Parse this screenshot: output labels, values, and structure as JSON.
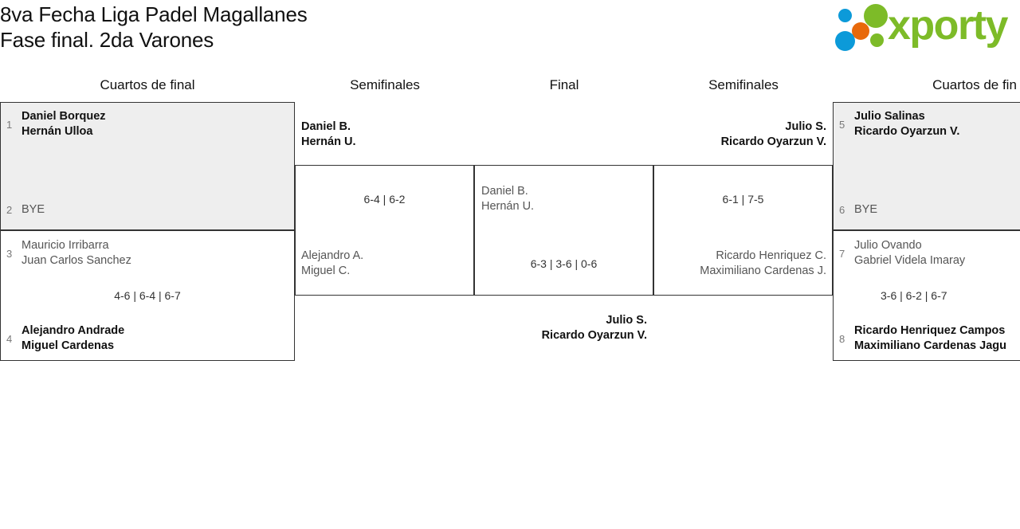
{
  "header": {
    "title_line1": "8va Fecha Liga Padel Magallanes",
    "title_line2": "Fase final. 2da Varones",
    "logo_text": "xporty",
    "logo_colors": {
      "green": "#7dbb28",
      "blue": "#0c9ad9",
      "orange": "#e8690b"
    }
  },
  "round_headers": {
    "left_quarters": "Cuartos de final",
    "left_semis": "Semifinales",
    "final": "Final",
    "right_semis": "Semifinales",
    "right_quarters": "Cuartos de fin"
  },
  "bracket": {
    "left_quarterfinals": [
      {
        "bye": true,
        "top": {
          "seed": "1",
          "line1": "Daniel Borquez",
          "line2": "Hernán Ulloa",
          "result": "win"
        },
        "bottom": {
          "seed": "2",
          "line1": "BYE",
          "line2": "",
          "result": "lose"
        },
        "score": ""
      },
      {
        "bye": false,
        "top": {
          "seed": "3",
          "line1": "Mauricio Irribarra",
          "line2": "Juan Carlos Sanchez",
          "result": "lose"
        },
        "bottom": {
          "seed": "4",
          "line1": "Alejandro Andrade",
          "line2": "Miguel Cardenas",
          "result": "win"
        },
        "score": "4-6 | 6-4 | 6-7"
      }
    ],
    "left_semifinal": {
      "top": {
        "line1": "Daniel B.",
        "line2": "Hernán U.",
        "result": "win"
      },
      "bottom": {
        "line1": "Alejandro A.",
        "line2": "Miguel C.",
        "result": "lose"
      },
      "score": "6-4 | 6-2"
    },
    "final": {
      "left_side": {
        "line1": "Daniel B.",
        "line2": "Hernán U.",
        "result": "lose"
      },
      "right_side": {
        "line1": "Julio S.",
        "line2": "Ricardo Oyarzun V.",
        "result": "win"
      },
      "score": "6-3 | 3-6 | 0-6",
      "champion": {
        "line1": "Julio S.",
        "line2": "Ricardo Oyarzun V."
      }
    },
    "right_semifinal": {
      "top": {
        "line1": "Julio S.",
        "line2": "Ricardo Oyarzun V.",
        "result": "win"
      },
      "bottom": {
        "line1": "Ricardo Henriquez C.",
        "line2": "Maximiliano Cardenas J.",
        "result": "lose"
      },
      "score": "6-1 | 7-5"
    },
    "right_quarterfinals": [
      {
        "bye": true,
        "top": {
          "seed": "5",
          "line1": "Julio Salinas",
          "line2": "Ricardo Oyarzun V.",
          "result": "win"
        },
        "bottom": {
          "seed": "6",
          "line1": "BYE",
          "line2": "",
          "result": "lose"
        },
        "score": ""
      },
      {
        "bye": false,
        "top": {
          "seed": "7",
          "line1": "Julio Ovando",
          "line2": "Gabriel Videla Imaray",
          "result": "lose"
        },
        "bottom": {
          "seed": "8",
          "line1": "Ricardo Henriquez Campos",
          "line2": "Maximiliano Cardenas Jagu",
          "result": "win"
        },
        "score": "3-6 | 6-2 | 6-7"
      }
    ]
  }
}
